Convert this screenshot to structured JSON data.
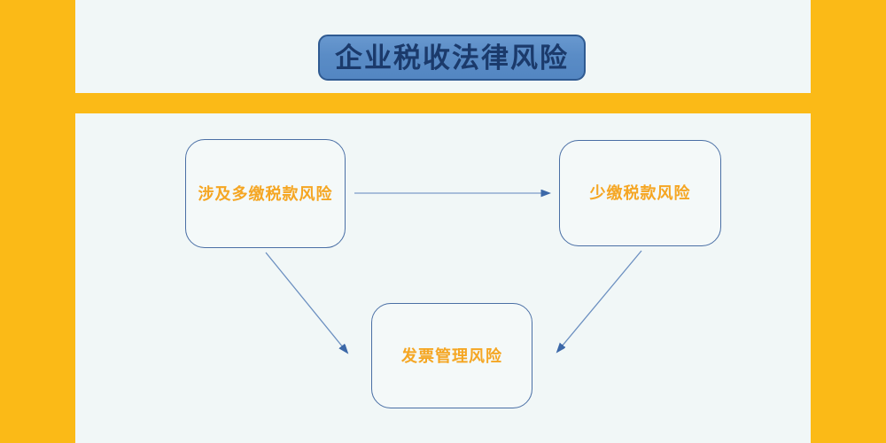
{
  "slide": {
    "background_color": "#f1f7f7",
    "frame_color": "#fbba17",
    "accent_blue": "#5a8cc6",
    "border_blue": "#2f5a91",
    "node_border_color": "#4a6fa5",
    "node_text_color": "#f5a623",
    "title_text_color": "#1b3a6b"
  },
  "header": {
    "title": "企业税收法律风险"
  },
  "diagram": {
    "type": "flow-diagram",
    "nodes": [
      {
        "id": "overpay",
        "label": "涉及多缴税款风险"
      },
      {
        "id": "underpay",
        "label": "少缴税款风险"
      },
      {
        "id": "invoice",
        "label": "发票管理风险"
      }
    ],
    "edges": [
      {
        "from": "overpay",
        "to": "underpay",
        "style": "straight-horizontal"
      },
      {
        "from": "overpay",
        "to": "invoice",
        "style": "diagonal-down-right"
      },
      {
        "from": "underpay",
        "to": "invoice",
        "style": "diagonal-down-left"
      }
    ]
  }
}
